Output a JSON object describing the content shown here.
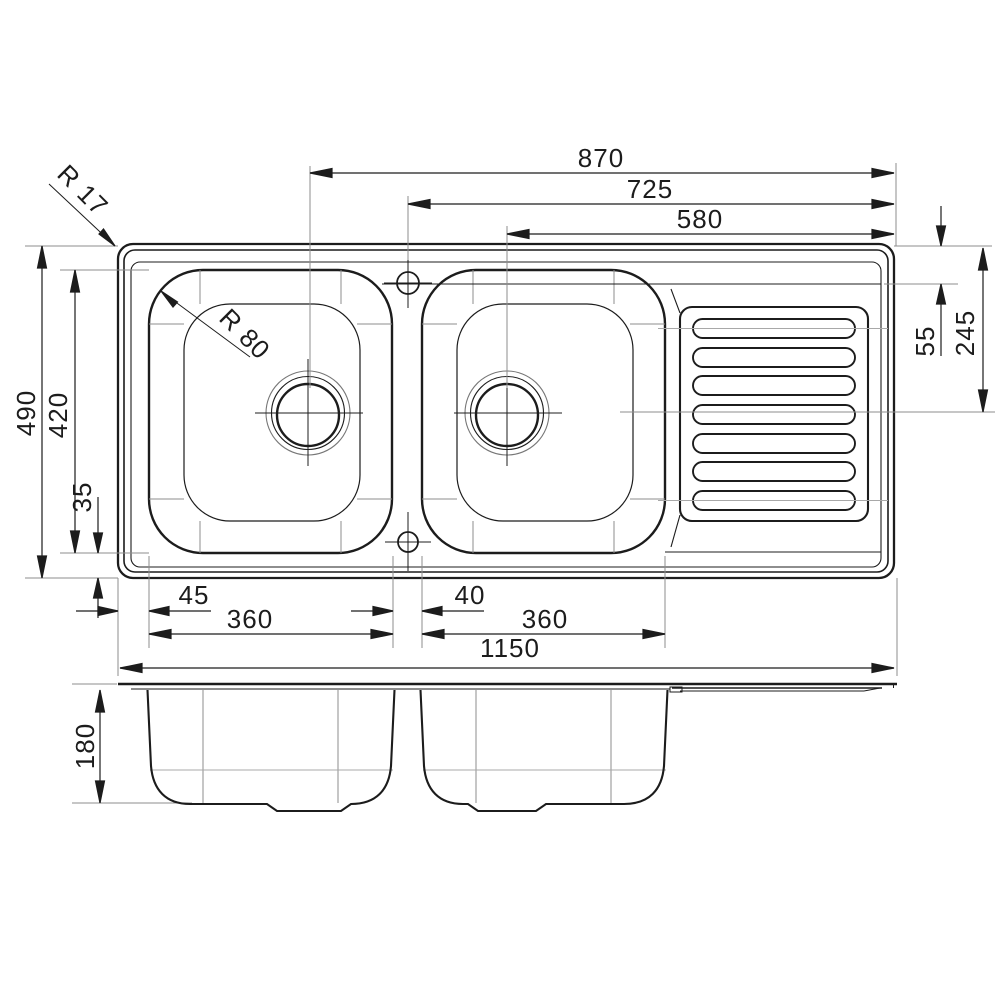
{
  "drawing_type": "sink-technical-drawing",
  "colors": {
    "line": "#1c1c1c",
    "extension_line": "#8d8d8d",
    "construction_line": "#a8a8a8",
    "background": "#ffffff"
  },
  "plan": {
    "dims_top": {
      "d870": "870",
      "d725": "725",
      "d580": "580"
    },
    "dims_left": {
      "d490": "490",
      "d420": "420",
      "d35": "35"
    },
    "dims_right": {
      "d55": "55",
      "d245": "245"
    },
    "dims_bottom": {
      "d45": "45",
      "d360_left": "360",
      "d40": "40",
      "d360_right": "360",
      "d1150": "1150"
    },
    "radius_labels": {
      "r17": "R 17",
      "r80": "R 80"
    }
  },
  "side": {
    "dims": {
      "d180": "180"
    }
  }
}
